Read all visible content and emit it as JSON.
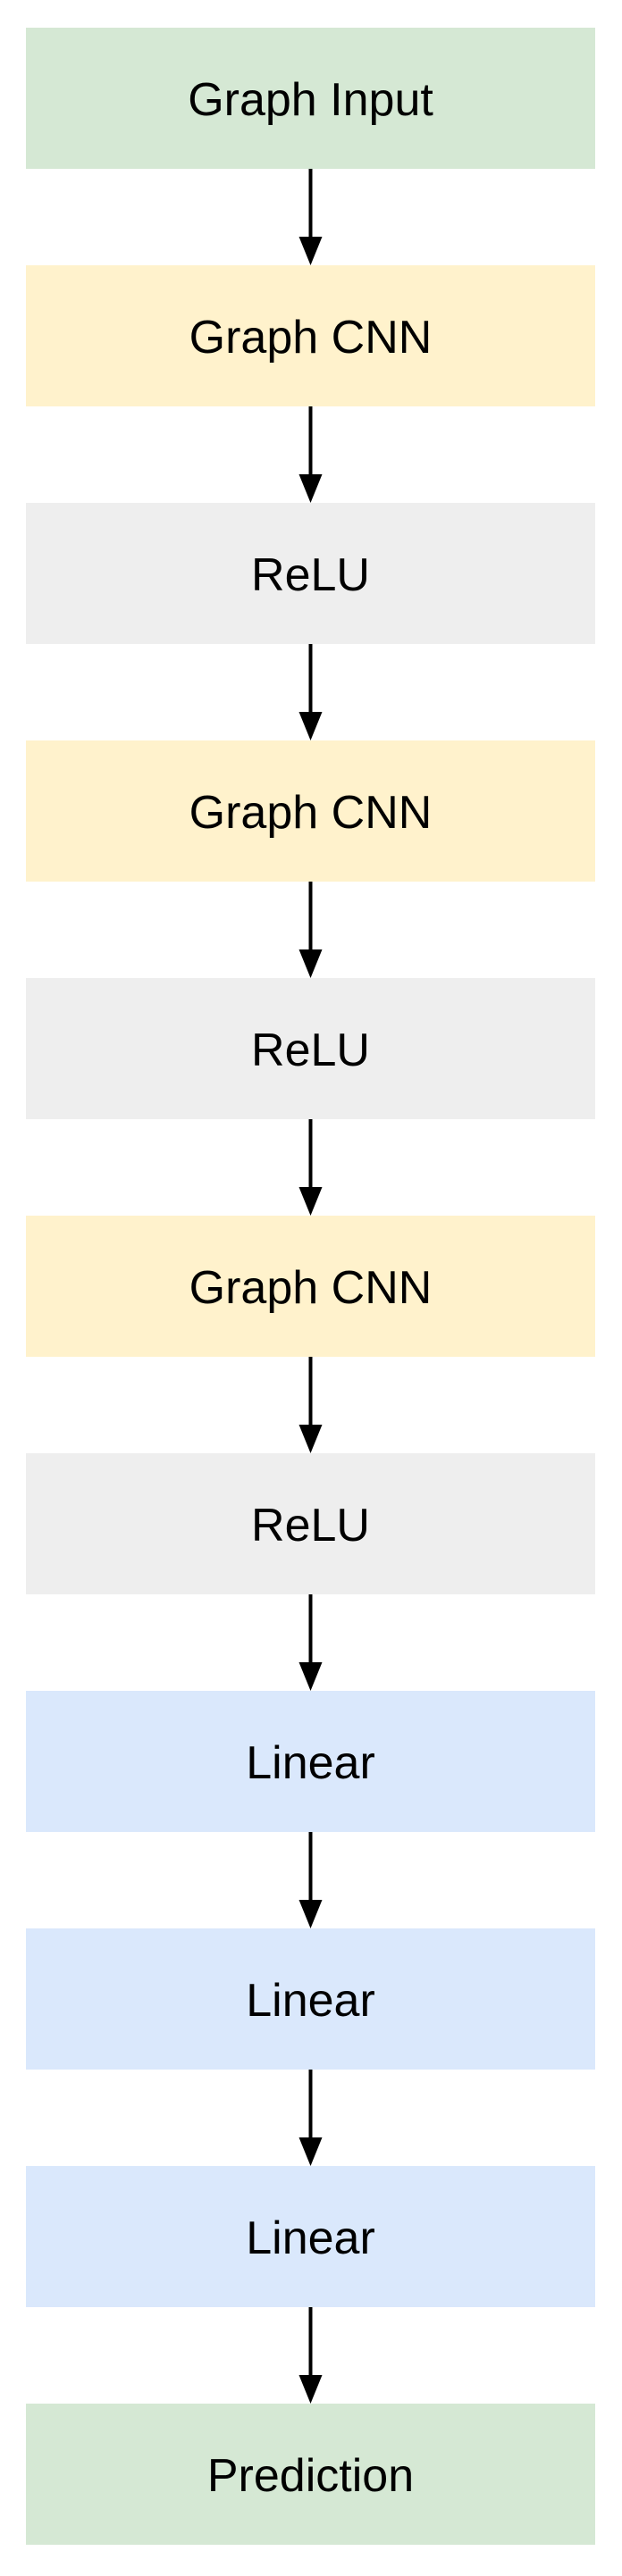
{
  "colors": {
    "input": "#d5e8d4",
    "conv": "#fff2cc",
    "activation": "#eeeeee",
    "linear": "#dae8fc",
    "output": "#d5e8d4",
    "edge": "#000000",
    "text": "#000000"
  },
  "nodes": [
    {
      "label": "Graph Input",
      "kind": "input"
    },
    {
      "label": "Graph CNN",
      "kind": "conv"
    },
    {
      "label": "ReLU",
      "kind": "activation"
    },
    {
      "label": "Graph CNN",
      "kind": "conv"
    },
    {
      "label": "ReLU",
      "kind": "activation"
    },
    {
      "label": "Graph CNN",
      "kind": "conv"
    },
    {
      "label": "ReLU",
      "kind": "activation"
    },
    {
      "label": "Linear",
      "kind": "linear"
    },
    {
      "label": "Linear",
      "kind": "linear"
    },
    {
      "label": "Linear",
      "kind": "linear"
    },
    {
      "label": "Prediction",
      "kind": "output"
    }
  ]
}
